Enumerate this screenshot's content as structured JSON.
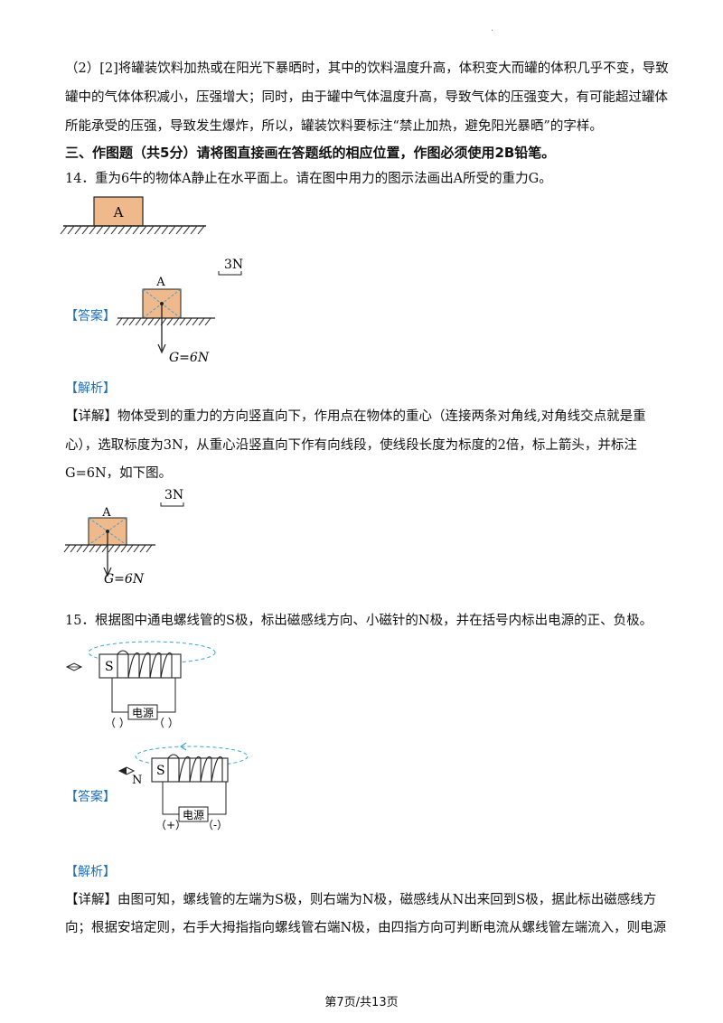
{
  "para_q13": {
    "line1": "（2）[2]将罐装饮料加热或在阳光下暴晒时，其中的饮料温度升高，体积变大而罐的体积几乎不变，导致",
    "line2": "罐中的气体体积减小，压强增大；同时，由于罐中气体温度升高，导致气体的压强变大，有可能超过罐体",
    "line3": "所能承受的压强，导致发生爆炸，所以，罐装饮料要标注“禁止加热，避免阳光暴晒”的字样。"
  },
  "section3_heading": "三、作图题（共5分）请将图直接画在答题纸的相应位置，作图必须使用2B铅笔。",
  "q14": {
    "question": "14．重为6牛的物体A静止在水平面上。请在图中用力的图示法画出A所受的重力G。",
    "block_label": "A",
    "answer_tag": "【答案】",
    "scale_label": "3N",
    "force_label": "G=6N",
    "analysis_tag": "【解析】",
    "detail_line1": "【详解】物体受到的重力的方向竖直向下，作用点在物体的重心（连接两条对角线,对角线交点就是重",
    "detail_line2": "心），选取标度为3N，从重心沿竖直向下作有向线段，使线段长度为标度的2倍，标上箭头，并标注",
    "detail_line3": "G=6N，如下图。"
  },
  "q15": {
    "question": "15．根据图中通电螺线管的S极，标出磁感线方向、小磁针的N极，并在括号内标出电源的正、负极。",
    "s_label": "S",
    "power_label": "电源",
    "bracket_left": "（  ）",
    "bracket_right": "（  ）",
    "answer_tag": "【答案】",
    "n_label": "N",
    "plus_label": "（+）",
    "minus_label": "（-）",
    "analysis_tag": "【解析】",
    "detail_line1": "【详解】由图可知，螺线管的左端为S极，则右端为N极，磁感线从N出来回到S极，据此标出磁感线方",
    "detail_line2": "向；根据安培定则，右手大拇指指向螺线管右端N极，由四指方向可判断电流从螺线管左端流入，则电源"
  },
  "footer": "第7页/共13页",
  "colors": {
    "block_fill": "#f0b98b",
    "answer_blue": "#1f6fb8",
    "field_line": "#3aa7d6"
  }
}
